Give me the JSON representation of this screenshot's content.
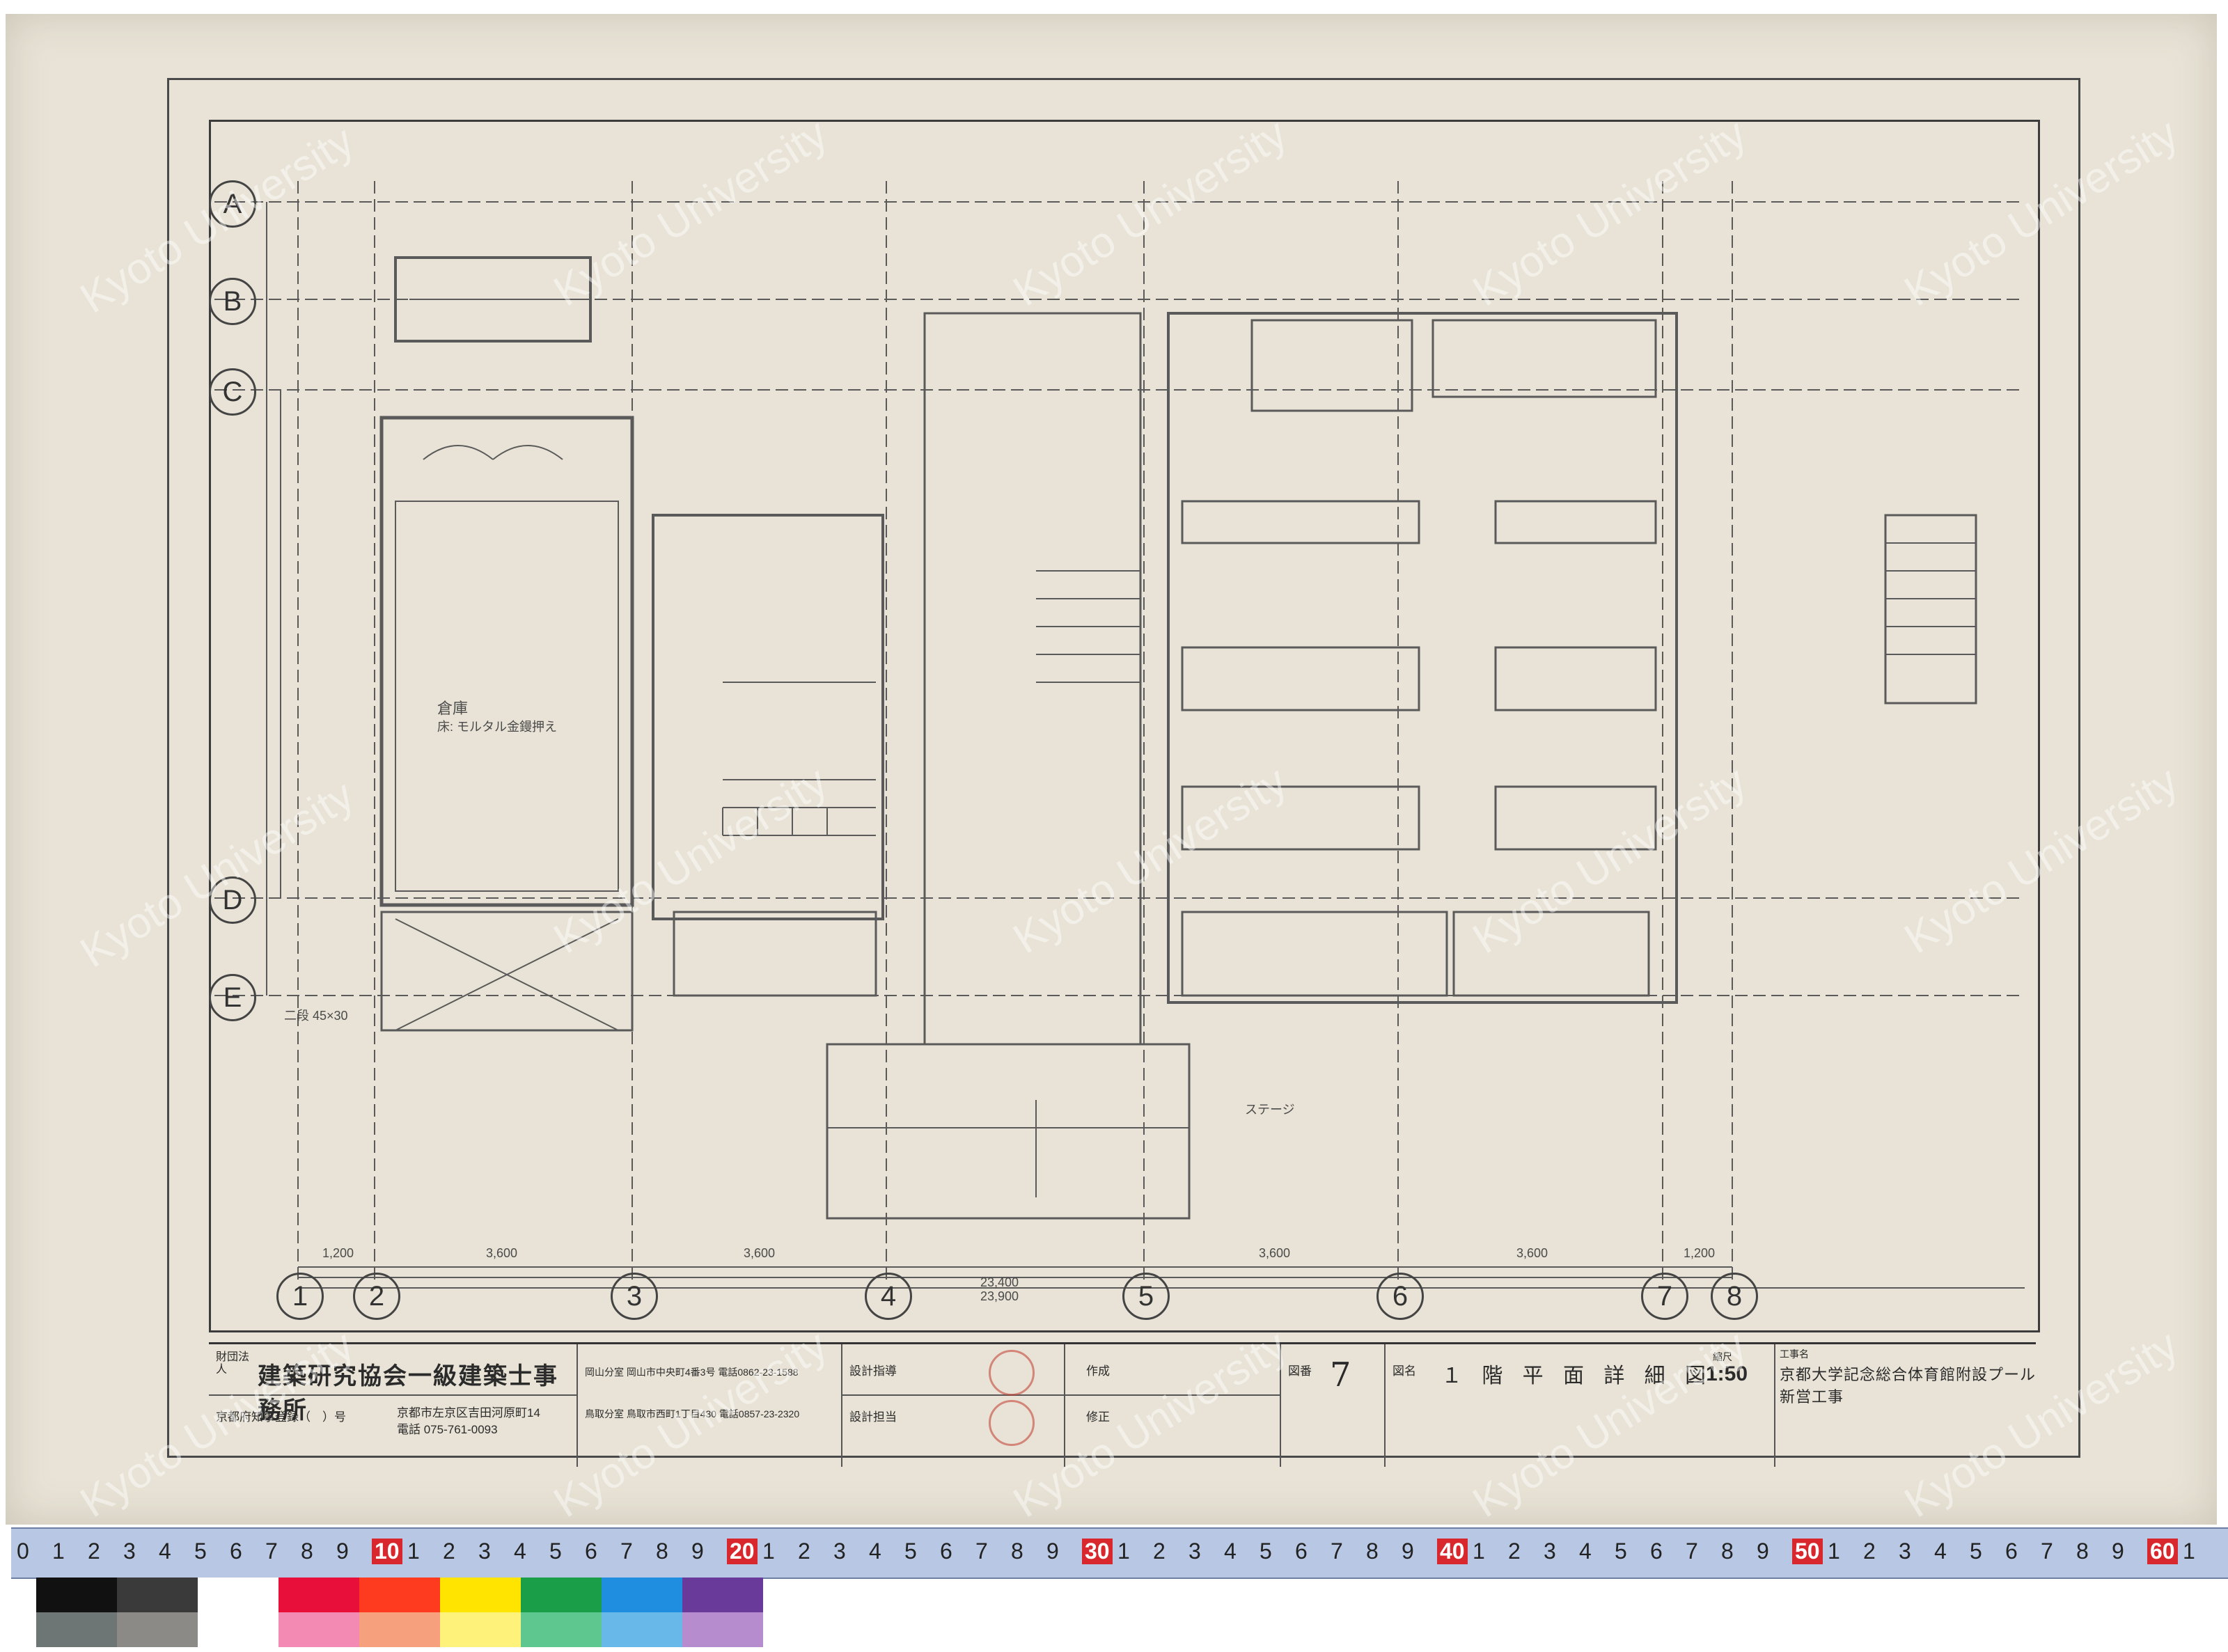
{
  "drawing": {
    "axes_columns": [
      "1",
      "2",
      "3",
      "4",
      "5",
      "6",
      "7",
      "8"
    ],
    "axes_rows": [
      "A",
      "B",
      "C",
      "D",
      "E"
    ],
    "bottom_dims": [
      "1,200",
      "3,600",
      "3,600",
      "3,600",
      "3,600",
      "1,200",
      "23,400",
      "23,900"
    ],
    "room_label": "倉庫",
    "notes": [
      "二段 45×30",
      "床: モルタル金鏝押え",
      "ステージ"
    ]
  },
  "titleblock": {
    "office_tag": "財団法人",
    "office_name": "建築研究協会一級建築士事務所",
    "registration": "京都府知事登録（　）号",
    "address": "京都市左京区吉田河原町14",
    "phone": "電話 075-761-0093",
    "branch_okayama": "岡山分室 岡山市中央町4番3号 電話0862-23-1588",
    "branch_tottori": "鳥取分室 鳥取市西町1丁目430 電話0857-23-2320",
    "design_lead_label": "設計指導",
    "design_charge_label": "設計担当",
    "created_label": "作成",
    "revised_label": "修正",
    "sheet_no_label": "図番",
    "sheet_no": "7",
    "drawing_name_label": "図名",
    "drawing_title": "１ 階 平 面 詳 細 図",
    "scale_label": "縮尺",
    "scale": "1:50",
    "project_label": "工事名",
    "project_name": "京都大学記念総合体育館附設プール新営工事"
  },
  "watermark": "Kyoto University",
  "ruler": {
    "labels": [
      "0",
      "1",
      "2",
      "3",
      "4",
      "5",
      "6",
      "7",
      "8",
      "9",
      "10",
      "1",
      "2",
      "3",
      "4",
      "5",
      "6",
      "7",
      "8",
      "9",
      "20",
      "1",
      "2",
      "3",
      "4",
      "5",
      "6",
      "7",
      "8",
      "9",
      "30",
      "1",
      "2",
      "3",
      "4",
      "5",
      "6",
      "7",
      "8",
      "9",
      "40",
      "1",
      "2",
      "3",
      "4",
      "5",
      "6",
      "7",
      "8",
      "9",
      "50",
      "1",
      "2",
      "3",
      "4",
      "5",
      "6",
      "7",
      "8",
      "9",
      "60",
      "1"
    ]
  },
  "swatch_colors": [
    "#111111",
    "#3a3a3a",
    "#ffffff",
    "#e8103b",
    "#ff3b1f",
    "#ffe400",
    "#1a9e47",
    "#1f8ee0",
    "#6a3a9a",
    "#6d7575",
    "#8c8a86",
    "#ffffff",
    "#f38ab4",
    "#f6a07e",
    "#fff27a",
    "#5ec68f",
    "#68b8ea",
    "#b68cce"
  ]
}
